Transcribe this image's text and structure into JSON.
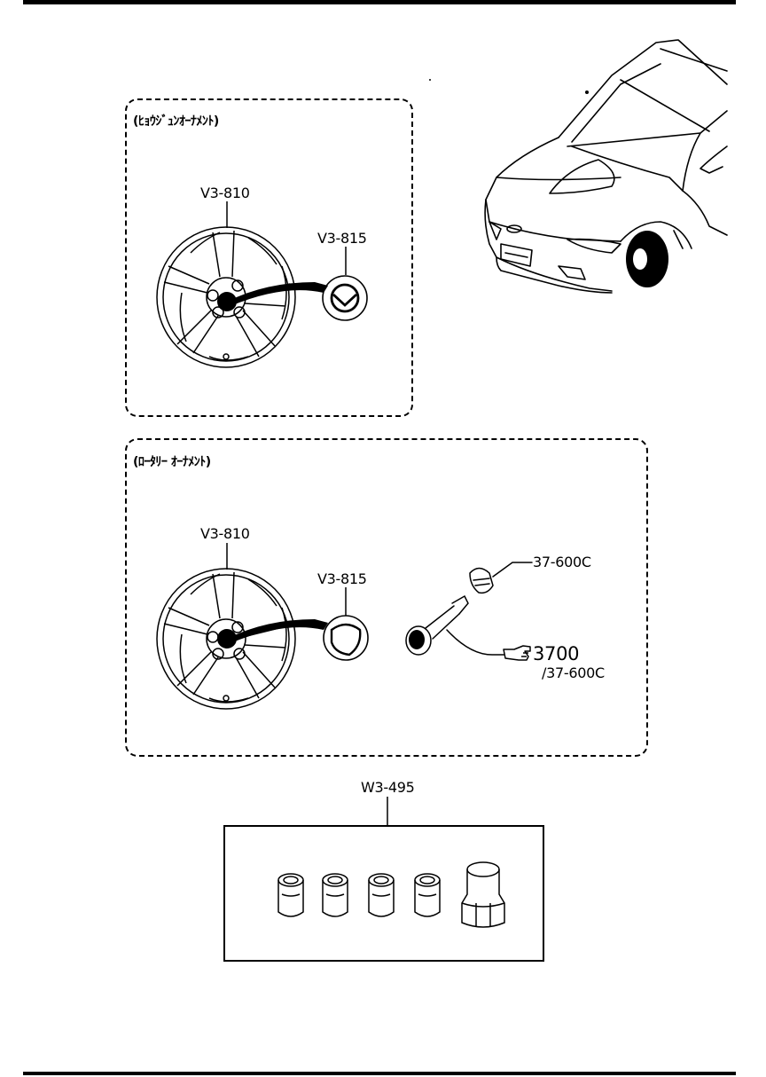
{
  "section_a": {
    "title": "(ﾋｮｳｼﾞｭﾝｵｰﾅﾒﾝﾄ)",
    "wheel_part": "V3-810",
    "ornament_part": "V3-815"
  },
  "section_b": {
    "title": "(ﾛｰﾀﾘｰ ｵｰﾅﾒﾝﾄ)",
    "wheel_part": "V3-810",
    "ornament_part": "V3-815",
    "valve_cap_part": "37-600C",
    "ref_number": "3700",
    "ref_sub": "/37-600C"
  },
  "lock_nut_set": {
    "part": "W3-495"
  },
  "icons": [
    "wheel-icon",
    "mazda-emblem-icon",
    "rotary-emblem-icon",
    "valve-stem-icon",
    "valve-cap-icon",
    "pointing-hand-icon",
    "lock-nut-icon",
    "car-front-icon"
  ]
}
